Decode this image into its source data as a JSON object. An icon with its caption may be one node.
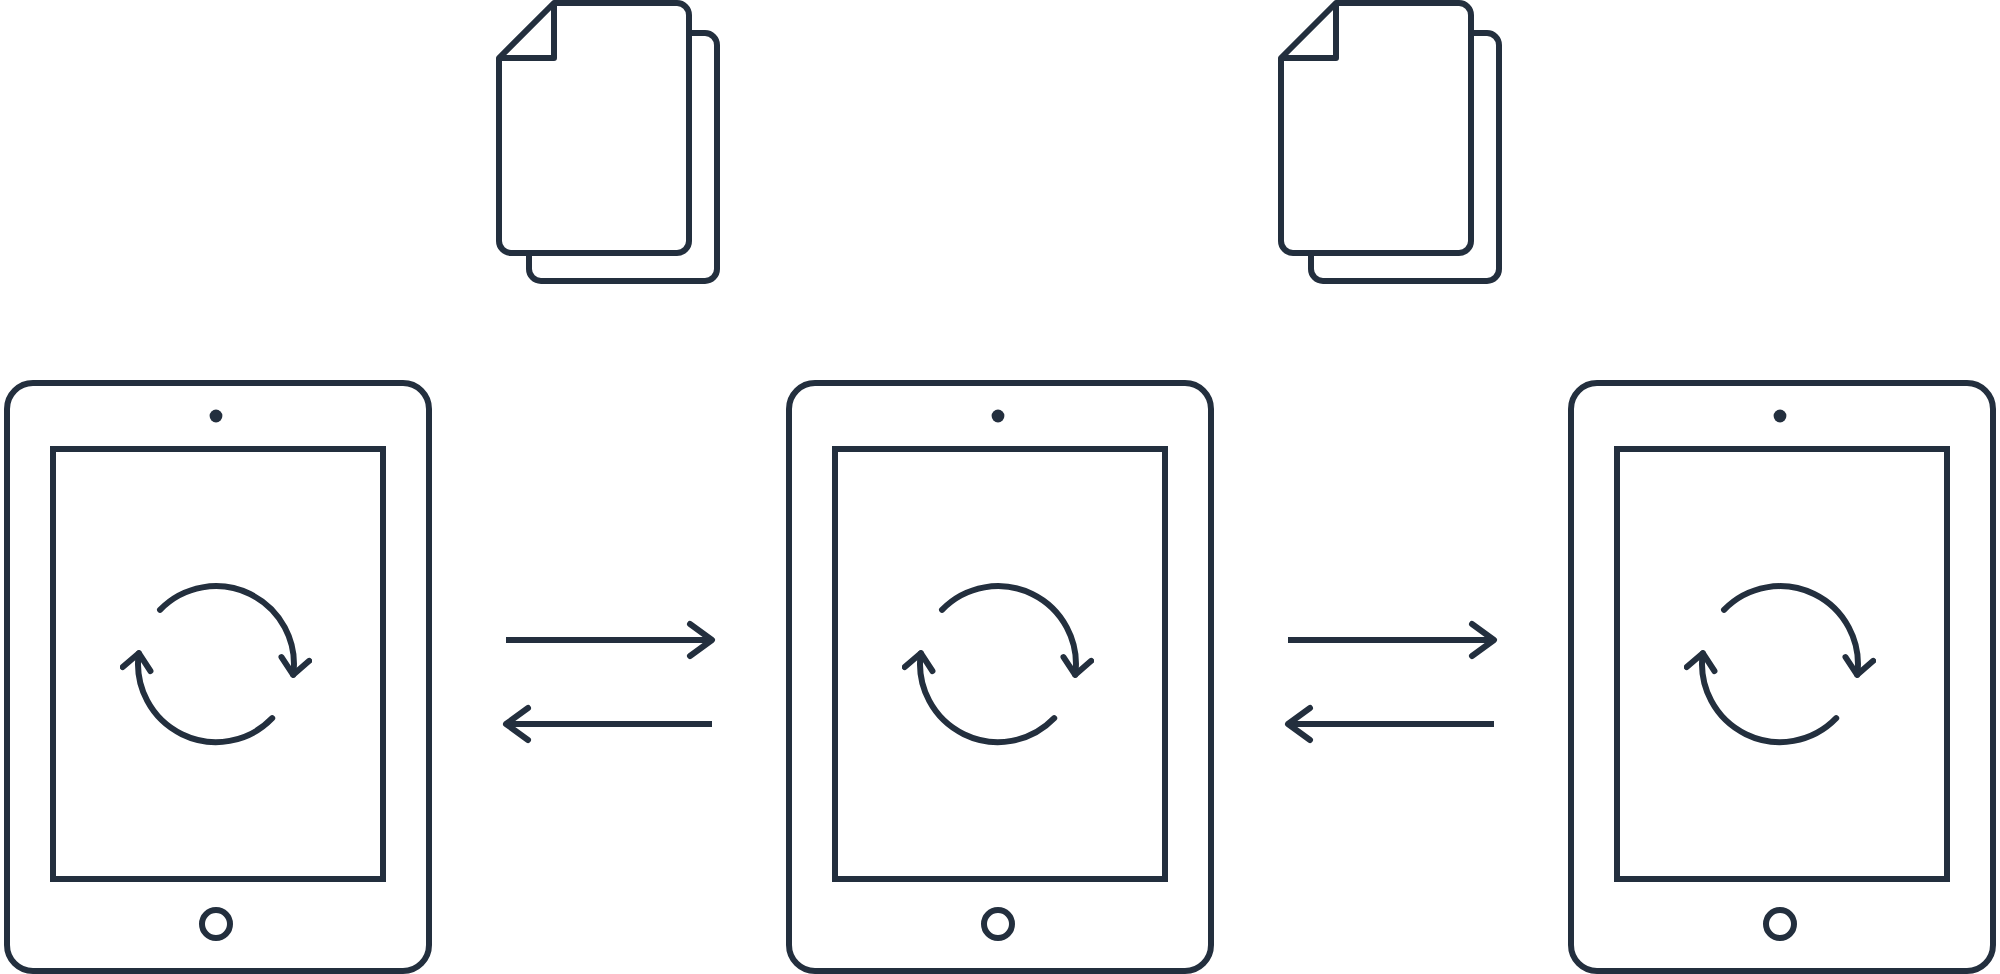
{
  "diagram": {
    "nodes": [
      {
        "text": [],
        "shape": "document"
      },
      {
        "text": [],
        "shape": "document"
      },
      {
        "text": [],
        "shape": "tablet"
      },
      {
        "text": [],
        "shape": "tablet"
      },
      {
        "text": [],
        "shape": "tablet"
      }
    ],
    "edges": [
      {
        "from": 2,
        "to": 3,
        "arrow": "to"
      },
      {
        "from": 3,
        "to": 2,
        "arrow": "to"
      },
      {
        "from": 3,
        "to": 4,
        "arrow": "to"
      },
      {
        "from": 4,
        "to": 3,
        "arrow": "to"
      }
    ]
  }
}
